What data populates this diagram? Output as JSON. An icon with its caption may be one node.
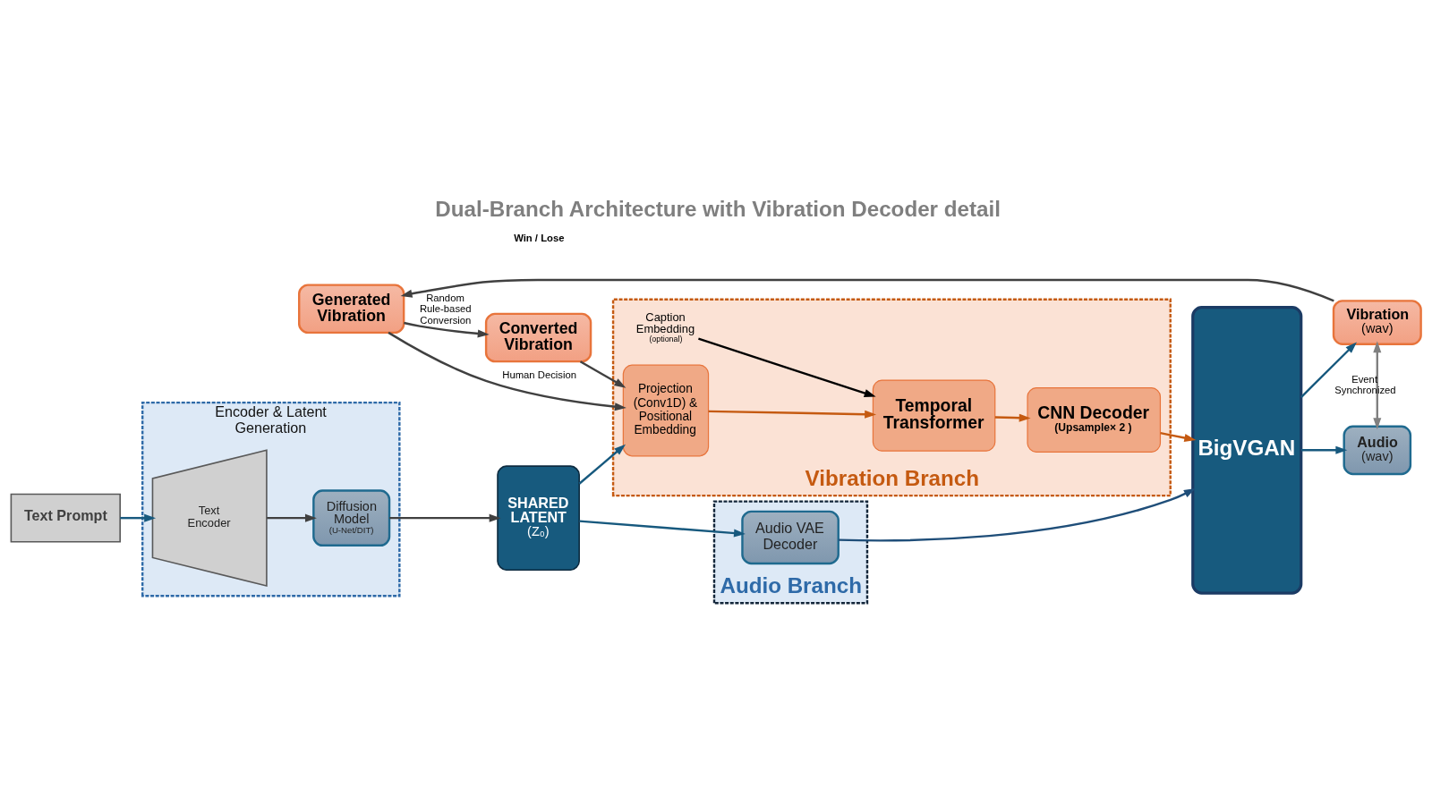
{
  "diagram": {
    "title": "Dual-Branch Architecture with Vibration Decoder detail",
    "nodes": [
      {
        "text": [
          "Generated Vibration"
        ]
      },
      {
        "text": [
          "Converted Vibration"
        ]
      },
      {
        "text": [
          "Text Prompt"
        ]
      },
      {
        "text": [
          "Encoder & Latent Generation"
        ]
      },
      {
        "text": [
          "Text Encoder"
        ],
        "in": 3
      },
      {
        "text": [
          "Diffusion Model",
          "(U-Net/DIT)"
        ],
        "in": 3
      },
      {
        "text": [
          "SHARED LATENT",
          "(Z₀)"
        ]
      },
      {
        "text": [
          "Vibration Branch"
        ]
      },
      {
        "text": [
          "Caption Embedding",
          "(optional)"
        ],
        "in": 7
      },
      {
        "text": [
          "Projection (Conv1D) & Positional Embedding"
        ],
        "in": 7
      },
      {
        "text": [
          "Temporal Transformer"
        ],
        "in": 7
      },
      {
        "text": [
          "CNN Decoder",
          "(Upsample× 2 )"
        ],
        "in": 7
      },
      {
        "text": [
          "Audio Branch"
        ]
      },
      {
        "text": [
          "Audio VAE Decoder"
        ],
        "in": 12
      },
      {
        "text": [
          "BigVGAN"
        ]
      },
      {
        "text": [
          "Vibration",
          "(wav)"
        ]
      },
      {
        "text": [
          "Audio",
          "(wav)"
        ]
      }
    ],
    "edges": [
      {
        "from": 0,
        "to": 1,
        "arrow": "to",
        "label": "Random Rule-based Conversion"
      },
      {
        "from": 0,
        "to": 9,
        "arrow": "to",
        "label": "Human Decision"
      },
      {
        "from": 1,
        "to": 9,
        "arrow": "to"
      },
      {
        "from": 2,
        "to": 4,
        "arrow": "to",
        "color": "#17597e"
      },
      {
        "from": 4,
        "to": 5,
        "arrow": "to"
      },
      {
        "from": 5,
        "to": 6,
        "arrow": "to"
      },
      {
        "from": 6,
        "to": 9,
        "arrow": "to",
        "color": "#17597e"
      },
      {
        "from": 6,
        "to": 13,
        "arrow": "to",
        "color": "#17597e"
      },
      {
        "from": 8,
        "to": 10,
        "arrow": "to",
        "color": "#000000"
      },
      {
        "from": 9,
        "to": 10,
        "arrow": "to",
        "color": "#c55a11"
      },
      {
        "from": 10,
        "to": 11,
        "arrow": "to",
        "color": "#c55a11"
      },
      {
        "from": 11,
        "to": 14,
        "arrow": "to",
        "color": "#c55a11"
      },
      {
        "from": 13,
        "to": 14,
        "arrow": "to",
        "color": "#1f4e79"
      },
      {
        "from": 14,
        "to": 15,
        "arrow": "to",
        "color": "#17597e"
      },
      {
        "from": 14,
        "to": 16,
        "arrow": "to",
        "color": "#17597e"
      },
      {
        "from": 15,
        "to": 0,
        "arrow": "to"
      },
      {
        "from": 15,
        "to": 16,
        "arrow": "both",
        "label": "Event Synchronized",
        "color": "#808080"
      }
    ],
    "labels": [
      "Win / Lose"
    ]
  }
}
